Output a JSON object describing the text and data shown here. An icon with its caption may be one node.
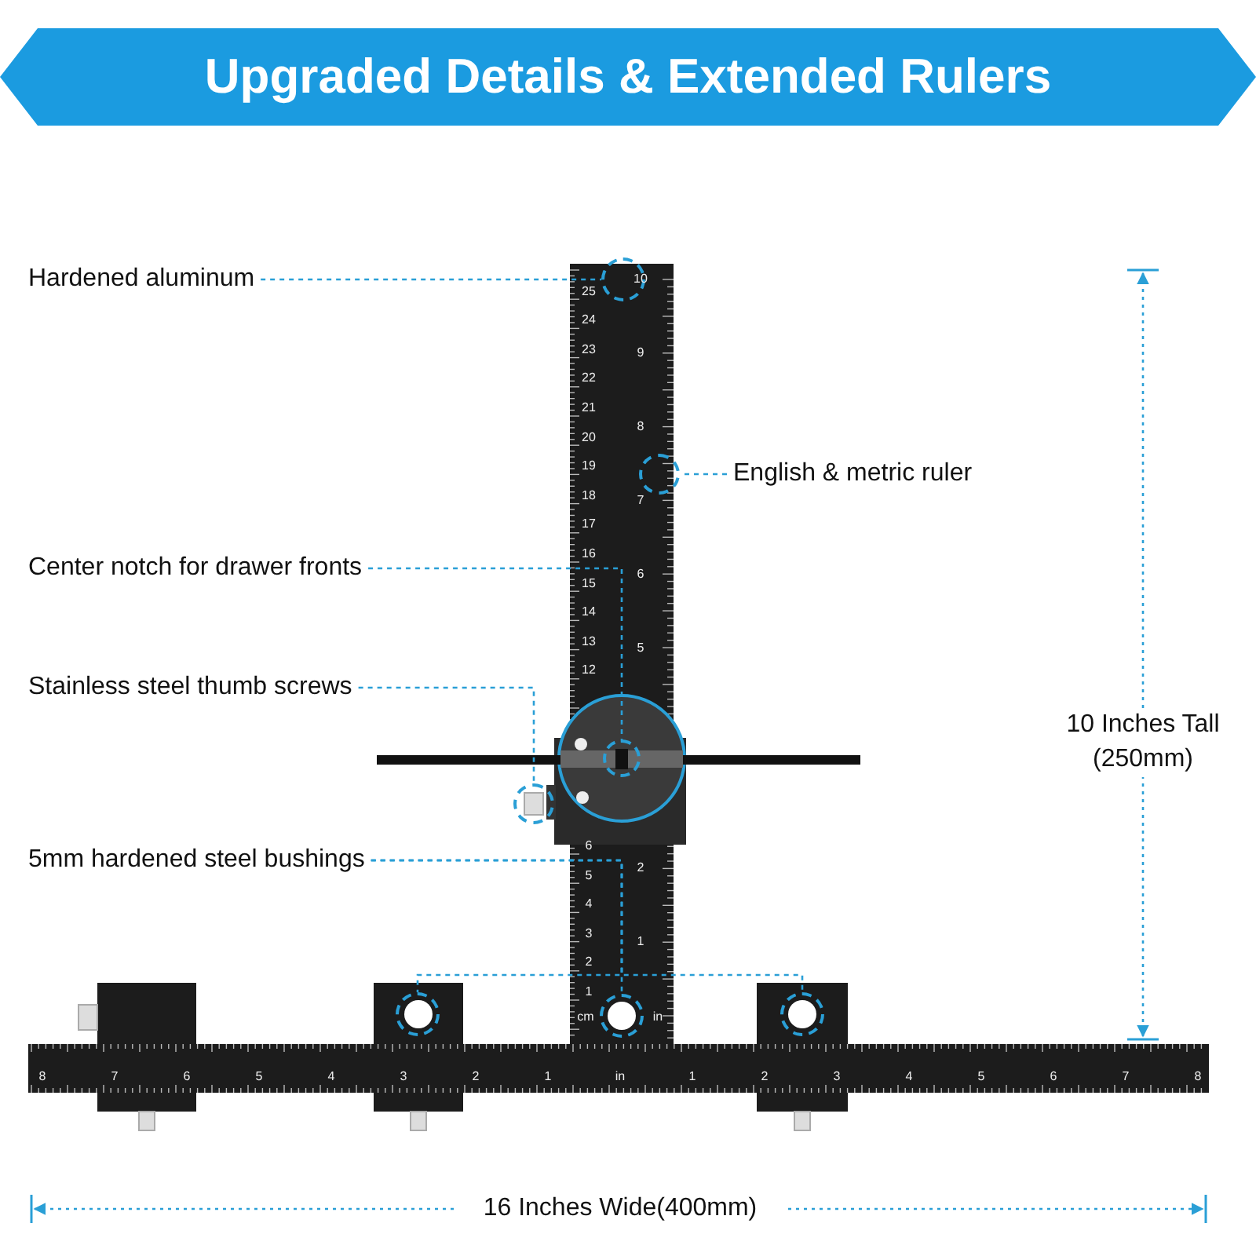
{
  "diagram": {
    "title": "Upgraded Details & Extended Rulers",
    "nodes": [
      {
        "text": [
          "Hardened aluminum"
        ]
      },
      {
        "text": [
          "English & metric ruler"
        ]
      },
      {
        "text": [
          "Center notch for drawer fronts"
        ]
      },
      {
        "text": [
          "Stainless steel thumb screws"
        ]
      },
      {
        "text": [
          "5mm hardened steel bushings"
        ]
      },
      {
        "text": [],
        "shape": "circle"
      },
      {
        "text": [],
        "shape": "circle"
      },
      {
        "text": [],
        "shape": "circle"
      },
      {
        "text": [],
        "shape": "circle"
      },
      {
        "text": [],
        "shape": "circle"
      },
      {
        "text": [],
        "shape": "circle"
      },
      {
        "text": [],
        "shape": "circle"
      }
    ],
    "edges": [
      {
        "from": 0,
        "to": 5,
        "arrow": "none",
        "style": "dashed"
      },
      {
        "from": 1,
        "to": 6,
        "arrow": "none",
        "style": "dashed"
      },
      {
        "from": 2,
        "to": 7,
        "arrow": "none",
        "style": "dashed"
      },
      {
        "from": 3,
        "to": 8,
        "arrow": "none",
        "style": "dashed"
      },
      {
        "from": 4,
        "to": 10,
        "arrow": "none",
        "style": "dashed"
      },
      {
        "from": 4,
        "to": 9,
        "arrow": "none",
        "style": "dashed"
      },
      {
        "from": 4,
        "to": 11,
        "arrow": "none",
        "style": "dashed"
      }
    ],
    "labels": [
      "10 Inches Tall (250mm)",
      "16 Inches Wide(400mm)",
      "25",
      "24",
      "23",
      "22",
      "21",
      "20",
      "19",
      "18",
      "17",
      "16",
      "15",
      "14",
      "13",
      "12",
      "6",
      "5",
      "4",
      "3",
      "2",
      "1",
      "10",
      "9",
      "8",
      "7",
      "6",
      "5",
      "2",
      "1",
      "cm",
      "in",
      "8",
      "7",
      "6",
      "5",
      "4",
      "3",
      "2",
      "1",
      "in",
      "1",
      "2",
      "3",
      "4",
      "5",
      "6",
      "7",
      "8"
    ]
  }
}
